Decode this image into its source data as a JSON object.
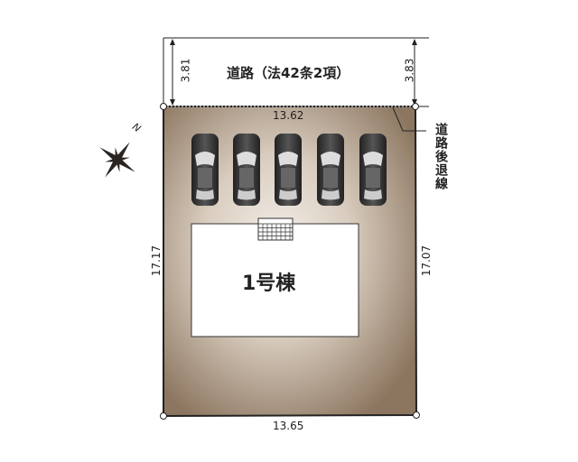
{
  "road": {
    "label": "道路（法42条2項）",
    "left_width": "3.81",
    "right_width": "3.83"
  },
  "setback": {
    "label": "道路後退線"
  },
  "lot": {
    "top": "13.62",
    "bottom": "13.65",
    "left": "17.17",
    "right": "17.07",
    "color": "#8c7660"
  },
  "building": {
    "label": "1号棟"
  },
  "compass": {
    "label": "N"
  },
  "parking": {
    "count": 5
  }
}
